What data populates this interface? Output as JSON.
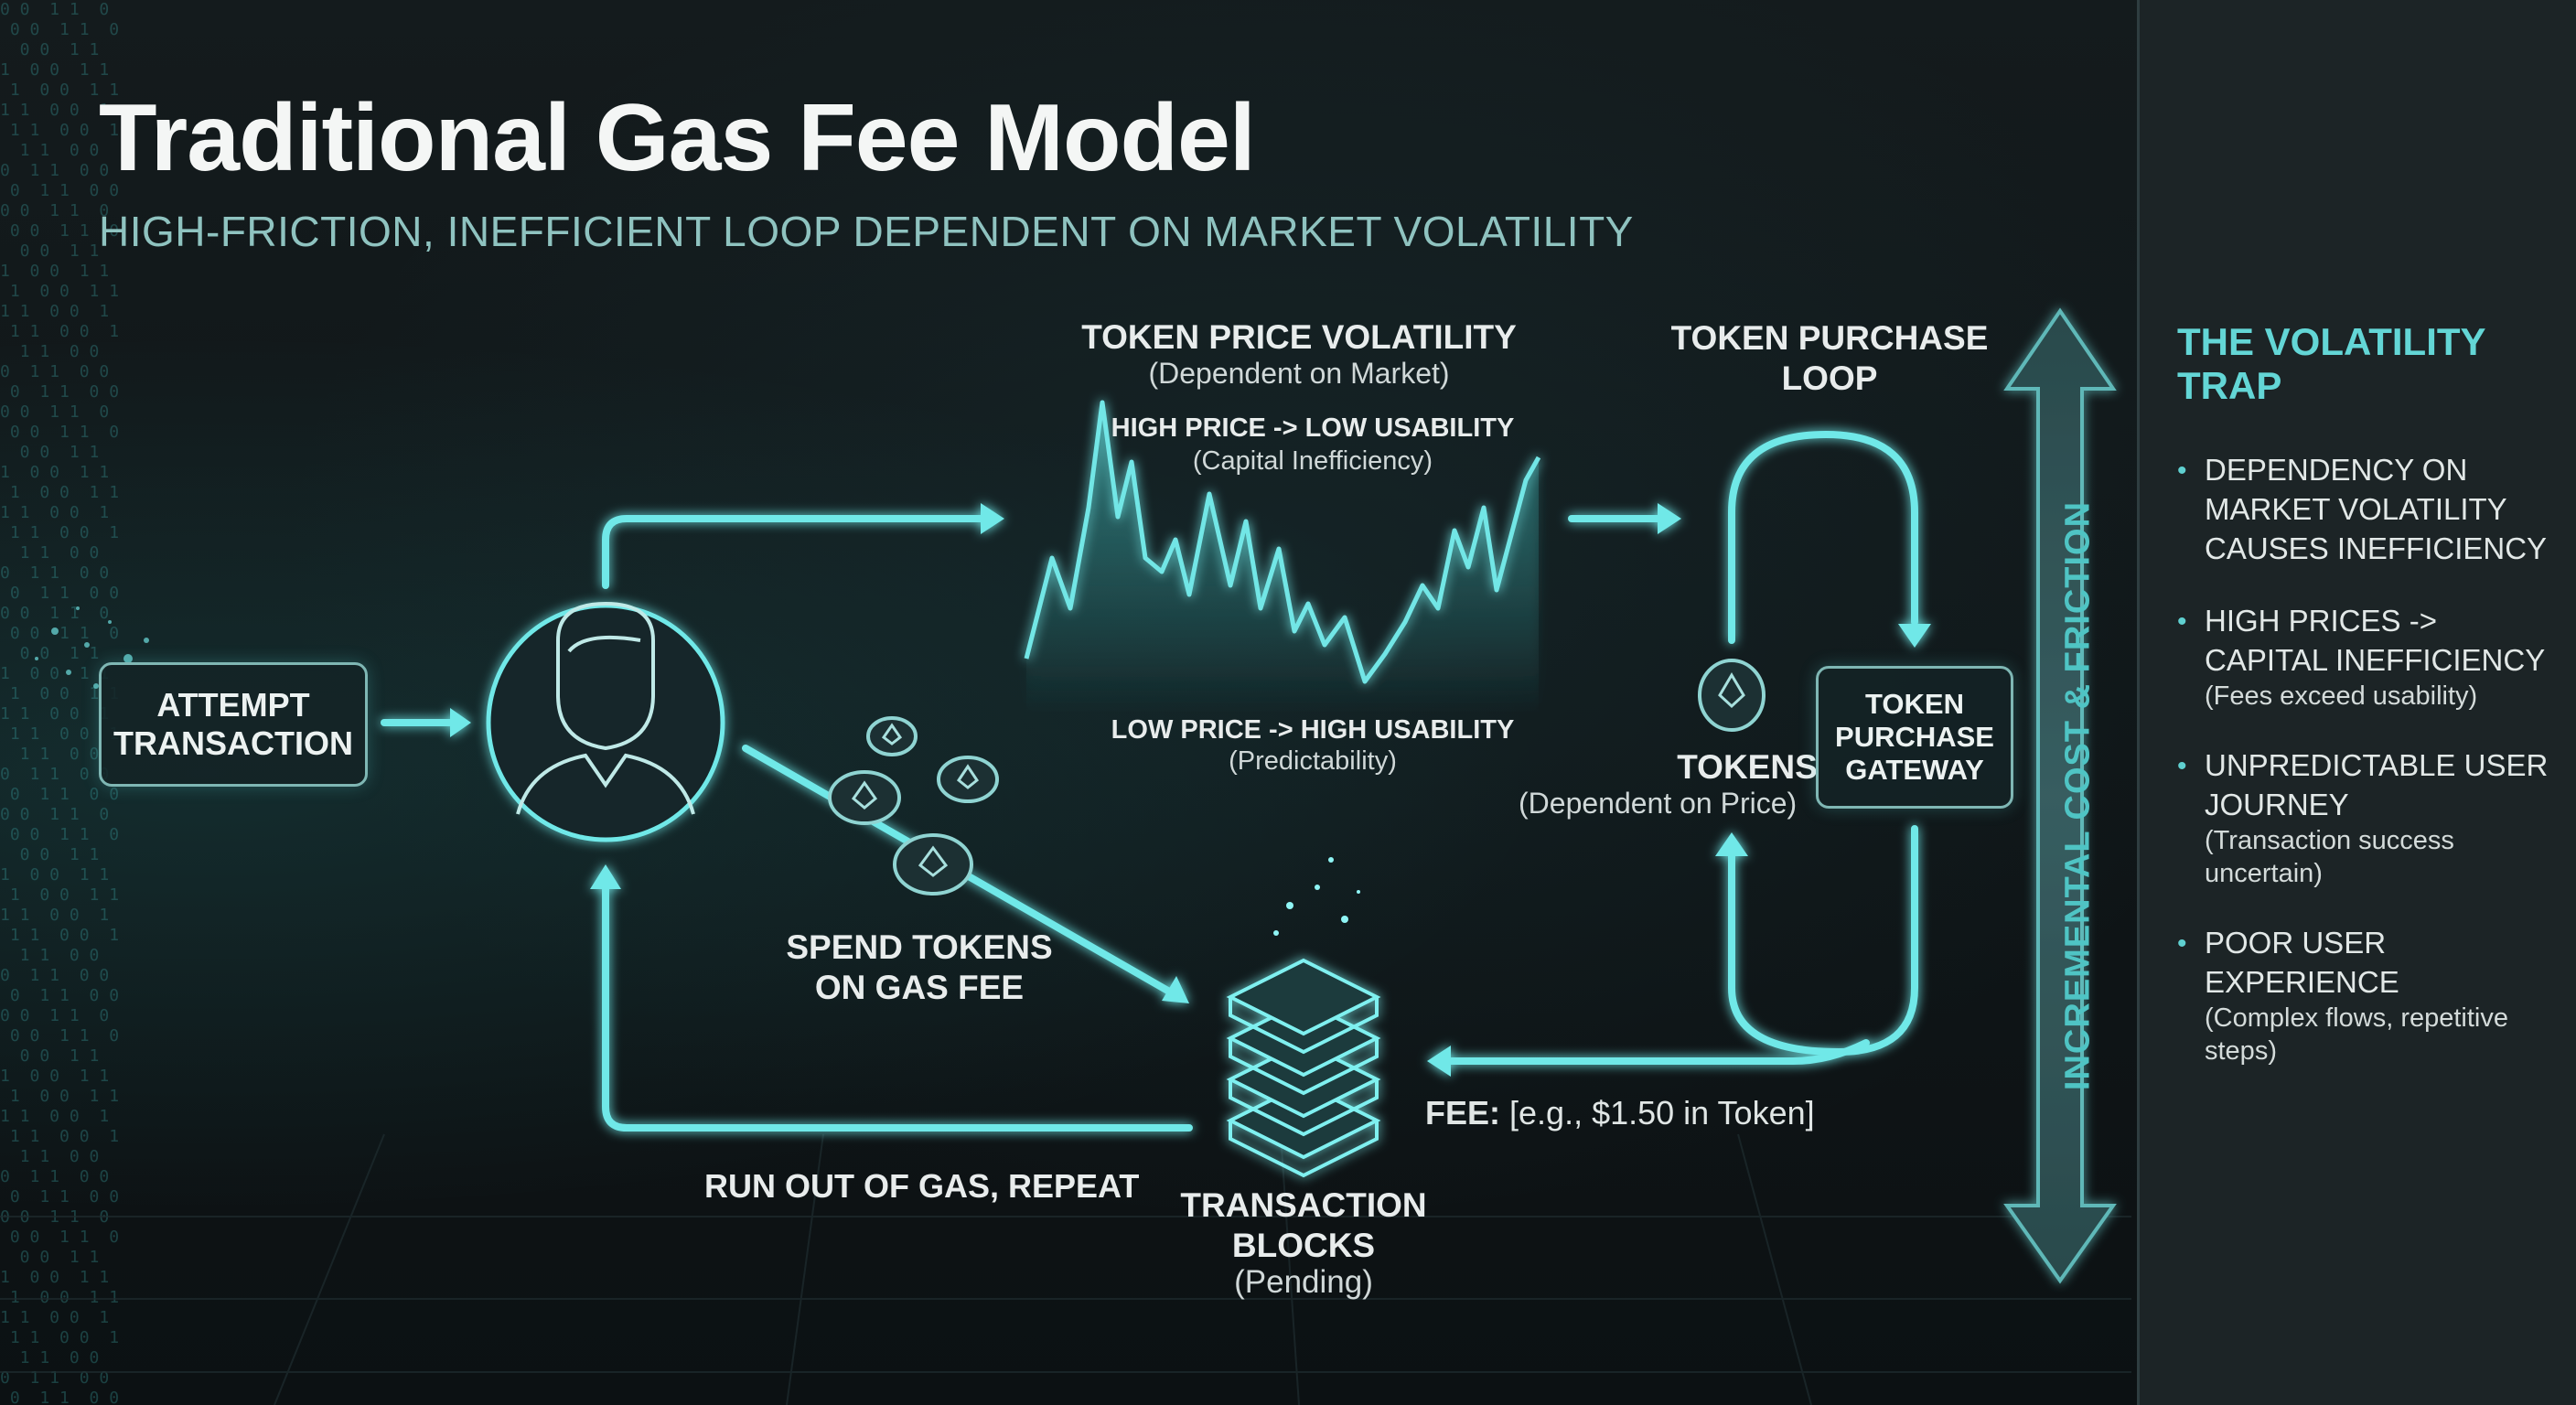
{
  "header": {
    "title": "Traditional Gas Fee Model",
    "subtitle": "HIGH-FRICTION, INEFFICIENT LOOP DEPENDENT ON MARKET VOLATILITY"
  },
  "nodes": {
    "attempt": "ATTEMPT\nTRANSACTION",
    "volatility_title": "TOKEN PRICE VOLATILITY",
    "volatility_sub": "(Dependent on Market)",
    "high_price": "HIGH PRICE -> LOW USABILITY",
    "high_price_sub": "(Capital Inefficiency)",
    "low_price": "LOW PRICE -> HIGH USABILITY",
    "low_price_sub": "(Predictability)",
    "purchase_loop": "TOKEN PURCHASE\nLOOP",
    "tokens": "TOKENS",
    "tokens_sub": "(Dependent on Price)",
    "gateway": "TOKEN\nPURCHASE\nGATEWAY",
    "spend": "SPEND TOKENS\nON GAS FEE",
    "blocks": "TRANSACTION\nBLOCKS",
    "blocks_sub": "(Pending)",
    "fee_label": "FEE:",
    "fee_value": "[e.g., $1.50 in Token]",
    "run_out": "RUN OUT OF GAS, REPEAT",
    "friction_axis": "INCREMENTAL COST & FRICTION"
  },
  "sidebar": {
    "title": "THE VOLATILITY TRAP",
    "bullets": [
      {
        "head": "DEPENDENCY ON MARKET VOLATILITY CAUSES INEFFICIENCY",
        "sub": ""
      },
      {
        "head": "HIGH PRICES -> CAPITAL INEFFICIENCY",
        "sub": "(Fees exceed usability)"
      },
      {
        "head": "UNPREDICTABLE USER JOURNEY",
        "sub": "(Transaction success uncertain)"
      },
      {
        "head": "POOR USER EXPERIENCE",
        "sub": "(Complex flows, repetitive steps)"
      }
    ]
  },
  "colors": {
    "accent": "#5fe0e0",
    "background": "#111719",
    "sidebar": "#1c2426",
    "sidebar_title": "#63d6d6"
  },
  "icons": [
    "user-icon",
    "eth-coin-icon",
    "block-stack-icon",
    "volatility-chart-icon"
  ]
}
